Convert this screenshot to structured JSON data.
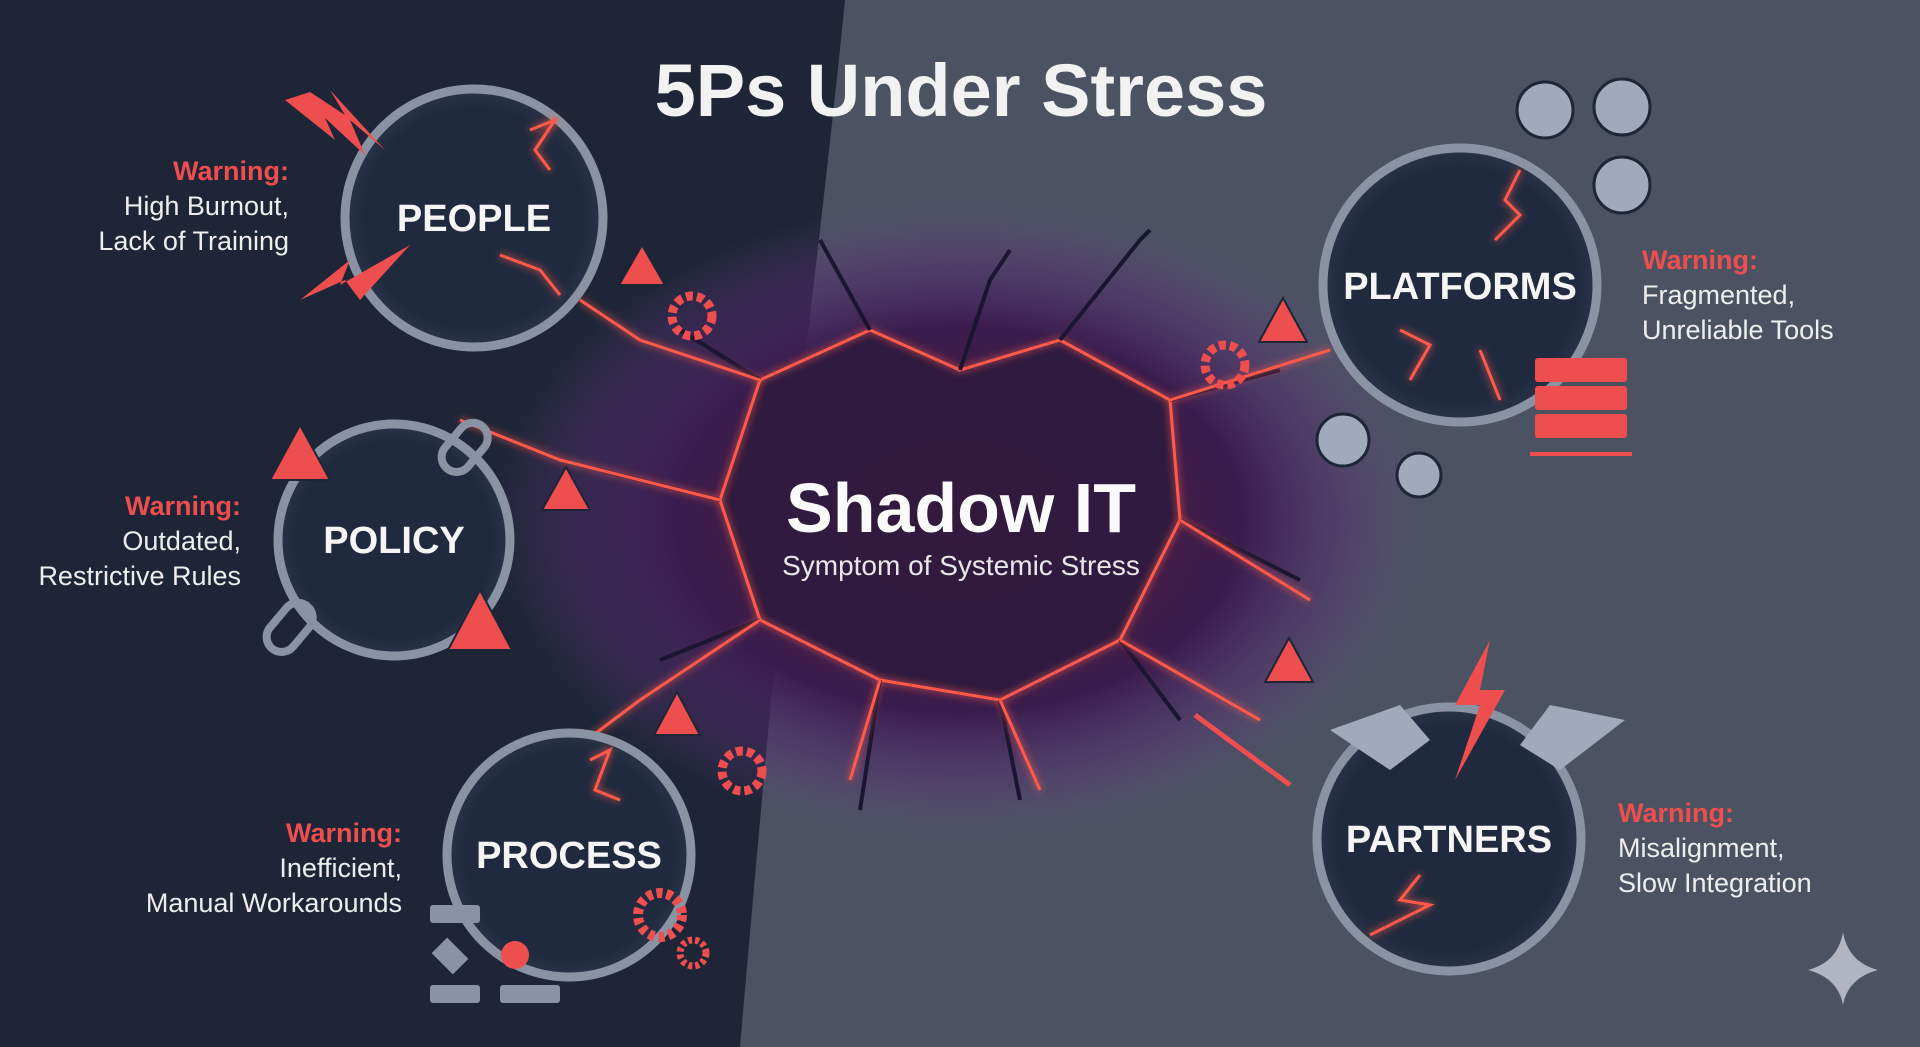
{
  "title": "5Ps Under Stress",
  "center": {
    "title": "Shadow IT",
    "subtitle": "Symptom of Systemic Stress"
  },
  "nodes": {
    "people": {
      "label": "PEOPLE",
      "warning": "Warning:",
      "line1": "High Burnout,",
      "line2": "Lack of Training"
    },
    "policy": {
      "label": "POLICY",
      "warning": "Warning:",
      "line1": "Outdated,",
      "line2": "Restrictive Rules"
    },
    "process": {
      "label": "PROCESS",
      "warning": "Warning:",
      "line1": "Inefficient,",
      "line2": "Manual Workarounds"
    },
    "platforms": {
      "label": "PLATFORMS",
      "warning": "Warning:",
      "line1": "Fragmented,",
      "line2": "Unreliable Tools"
    },
    "partners": {
      "label": "PARTNERS",
      "warning": "Warning:",
      "line1": "Misalignment,",
      "line2": "Slow Integration"
    }
  },
  "colors": {
    "accent": "#ef4e4e",
    "bg_left": "#1d2536",
    "bg_right": "#4b5363",
    "center": "#3a1d4a"
  }
}
